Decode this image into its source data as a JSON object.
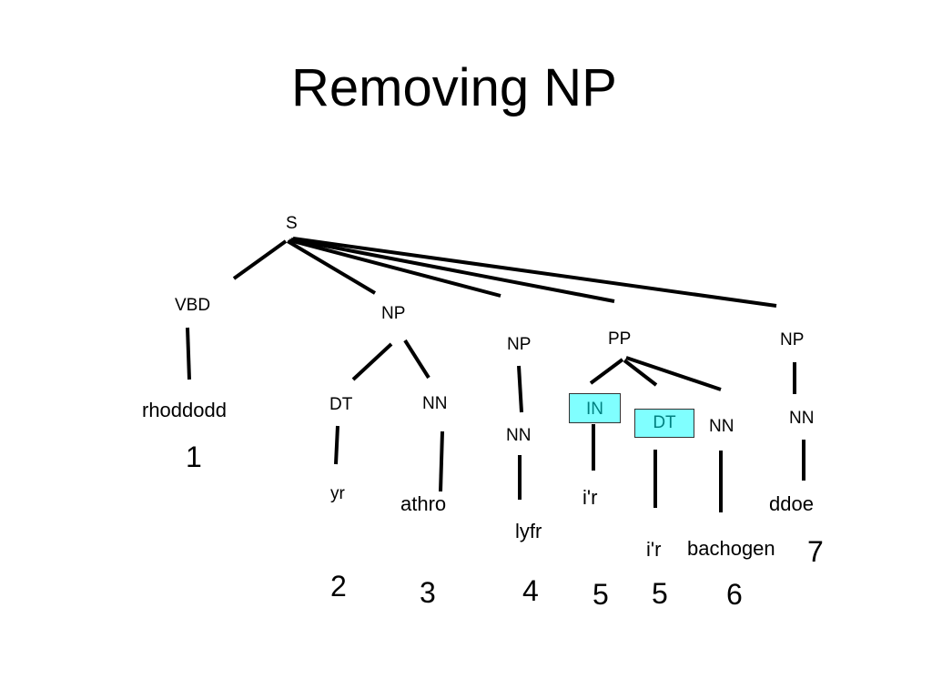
{
  "title": "Removing NP",
  "highlight_color": "#80ffff",
  "highlight_text_color": "#008080",
  "nodes": {
    "s": "S",
    "vbd": "VBD",
    "np1": "NP",
    "np2": "NP",
    "pp": "PP",
    "np3": "NP",
    "dt1": "DT",
    "nn1": "NN",
    "nn2": "NN",
    "in": "IN",
    "dt2": "DT",
    "nn3": "NN",
    "nn4": "NN"
  },
  "words": {
    "rhoddodd": "rhoddodd",
    "yr": "yr",
    "athro": "athro",
    "lyfr": "lyfr",
    "ir1": "i'r",
    "ir2": "i'r",
    "bachogen": "bachogen",
    "ddoe": "ddoe"
  },
  "indices": {
    "n1": "1",
    "n2": "2",
    "n3": "3",
    "n4": "4",
    "n5a": "5",
    "n5b": "5",
    "n6": "6",
    "n7": "7"
  }
}
